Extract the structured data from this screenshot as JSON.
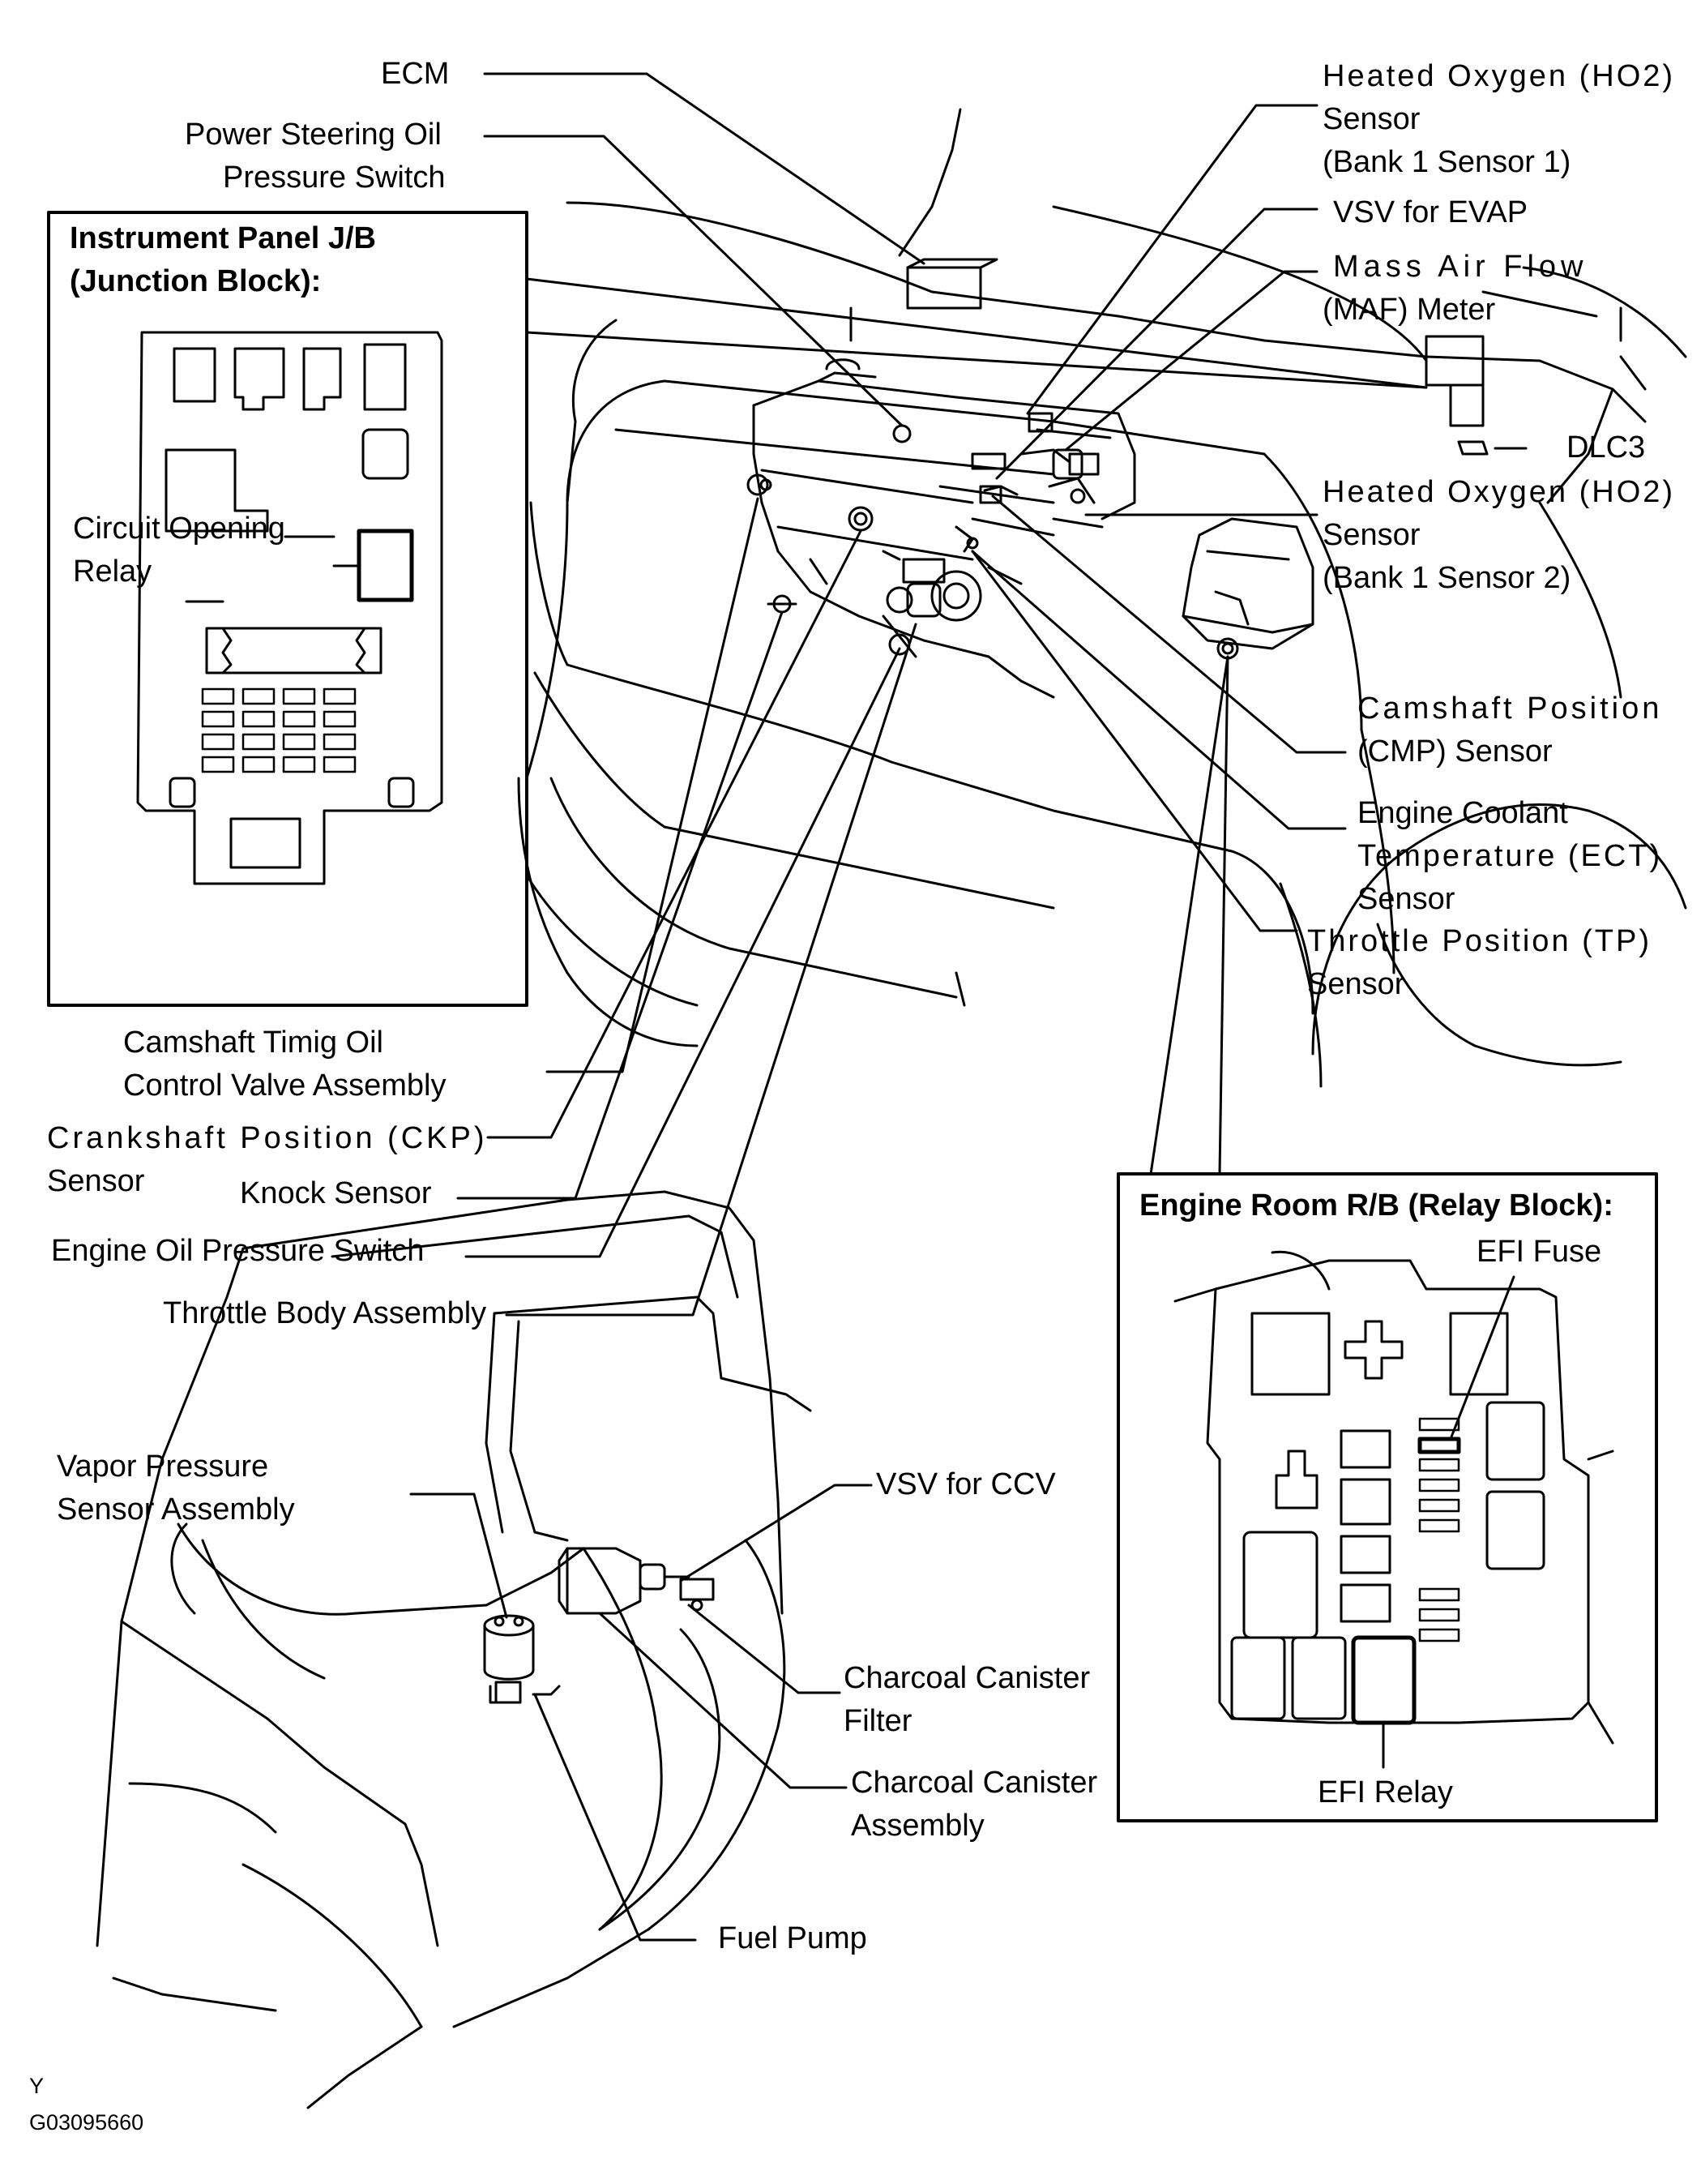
{
  "callouts": {
    "ecm": "ECM",
    "ps_switch_1": "Power Steering Oil",
    "ps_switch_2": "Pressure Switch",
    "ho2_s1_1": "Heated Oxygen (HO2)",
    "ho2_s1_2": "Sensor",
    "ho2_s1_3": "(Bank 1 Sensor 1)",
    "vsv_evap": "VSV for EVAP",
    "maf_1": "Mass Air Flow",
    "maf_2": "(MAF) Meter",
    "dlc3": "DLC3",
    "ho2_s2_1": "Heated Oxygen (HO2)",
    "ho2_s2_2": "Sensor",
    "ho2_s2_3": "(Bank 1 Sensor 2)",
    "cmp_1": "Camshaft Position",
    "cmp_2": "(CMP) Sensor",
    "ect_1": "Engine Coolant",
    "ect_2": "Temperature (ECT)",
    "ect_3": "Sensor",
    "tp_1": "Throttle Position (TP)",
    "tp_2": "Sensor",
    "ocv_1": "Camshaft Timig Oil",
    "ocv_2": "Control Valve Assembly",
    "ckp_1": "Crankshaft Position (CKP)",
    "ckp_2": "Sensor",
    "knock": "Knock Sensor",
    "oil_pressure": "Engine Oil Pressure Switch",
    "throttle_body": "Throttle Body Assembly",
    "vapor_1": "Vapor Pressure",
    "vapor_2": "Sensor Assembly",
    "vsv_ccv": "VSV for CCV",
    "canister_filter_1": "Charcoal Canister",
    "canister_filter_2": "Filter",
    "canister_assy_1": "Charcoal Canister",
    "canister_assy_2": "Assembly",
    "fuel_pump": "Fuel Pump"
  },
  "junction_block": {
    "title_1": "Instrument Panel J/B",
    "title_2": "(Junction Block):",
    "relay_1": "Circuit Opening",
    "relay_2": "Relay"
  },
  "relay_block": {
    "title": "Engine Room R/B (Relay Block):",
    "fuse": "EFI Fuse",
    "relay": "EFI Relay"
  },
  "footer": {
    "mark": "Y",
    "figure_id": "G03095660"
  }
}
